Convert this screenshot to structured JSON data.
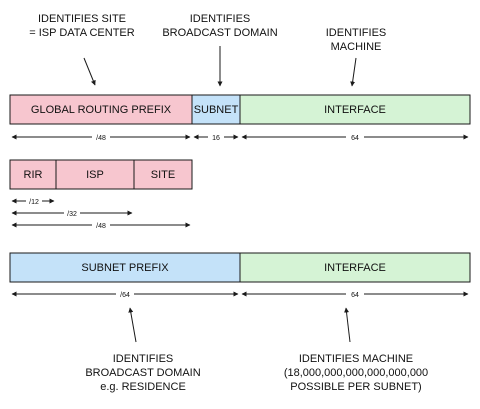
{
  "colors": {
    "pink": "#f7c6cf",
    "blue": "#c4e2f9",
    "green": "#d5f3d5",
    "stroke": "#1a1a1a"
  },
  "top_labels": {
    "site": [
      "IDENTIFIES SITE",
      "= ISP DATA CENTER"
    ],
    "broadcast": [
      "IDENTIFIES",
      "BROADCAST DOMAIN"
    ],
    "machine": [
      "IDENTIFIES",
      "MACHINE"
    ]
  },
  "row1": {
    "global_routing_prefix": "GLOBAL ROUTING PREFIX",
    "subnet": "SUBNET",
    "interface": "INTERFACE"
  },
  "row1_dims": {
    "d48": "/48",
    "d16": "16",
    "d64": "64"
  },
  "row2": {
    "rir": "RIR",
    "isp": "ISP",
    "site": "SITE"
  },
  "row2_dims": {
    "d12": "/12",
    "d32": "/32",
    "d48": "/48"
  },
  "row3": {
    "subnet_prefix": "SUBNET PREFIX",
    "interface": "INTERFACE"
  },
  "row3_dims": {
    "d64a": "/64",
    "d64b": "64"
  },
  "bottom_labels": {
    "broadcast": [
      "IDENTIFIES",
      "BROADCAST DOMAIN",
      "e.g. RESIDENCE"
    ],
    "machine": [
      "IDENTIFIES MACHINE",
      "(18,000,000,000,000,000,000",
      "POSSIBLE PER SUBNET)"
    ]
  }
}
